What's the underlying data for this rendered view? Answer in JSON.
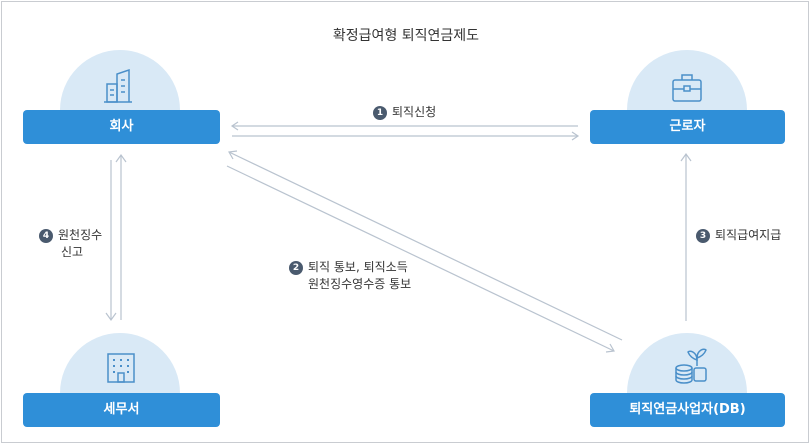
{
  "title": "확정급여형 퇴직연금제도",
  "nodes": {
    "company": {
      "label": "회사",
      "icon": "building-icon"
    },
    "worker": {
      "label": "근로자",
      "icon": "briefcase-icon"
    },
    "tax_office": {
      "label": "세무서",
      "icon": "office-building-icon"
    },
    "provider": {
      "label": "퇴직연금사업자(DB)",
      "icon": "coins-plant-icon"
    }
  },
  "steps": [
    {
      "num": "1",
      "lines": [
        "퇴직신청"
      ]
    },
    {
      "num": "2",
      "lines": [
        "퇴직 통보, 퇴직소득",
        "원천징수영수증 통보"
      ]
    },
    {
      "num": "3",
      "lines": [
        "퇴직급여지급"
      ]
    },
    {
      "num": "4",
      "lines": [
        "원천징수",
        "신고"
      ]
    }
  ],
  "colors": {
    "node_fill": "#2f8fd8",
    "halo": "#d9e9f6",
    "icon": "#4a8fc9",
    "arrow": "#b9c3cf",
    "number_badge": "#4a5a6e"
  }
}
